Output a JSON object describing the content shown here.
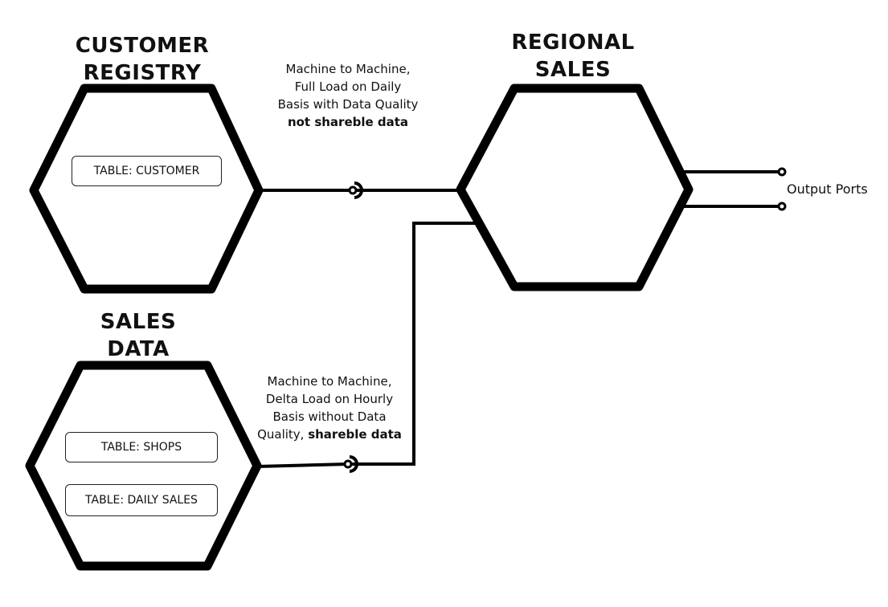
{
  "nodes": {
    "customer_registry": {
      "title_line1": "CUSTOMER",
      "title_line2": "REGISTRY",
      "tables": [
        "TABLE: CUSTOMER"
      ]
    },
    "regional_sales": {
      "title_line1": "REGIONAL",
      "title_line2": "SALES"
    },
    "sales_data": {
      "title_line1": "SALES",
      "title_line2": "DATA",
      "tables": [
        "TABLE: SHOPS",
        "TABLE: DAILY SALES"
      ]
    }
  },
  "connections": {
    "customer_to_regional": {
      "line1": "Machine to Machine,",
      "line2": "Full Load on Daily",
      "line3": "Basis with Data Quality",
      "bold": "not shareble data"
    },
    "sales_to_regional": {
      "line1": "Machine to Machine,",
      "line2": "Delta Load on Hourly",
      "line3": "Basis without Data",
      "line4_prefix": "Quality, ",
      "bold": "shareble data"
    }
  },
  "output_ports_label": "Output Ports"
}
